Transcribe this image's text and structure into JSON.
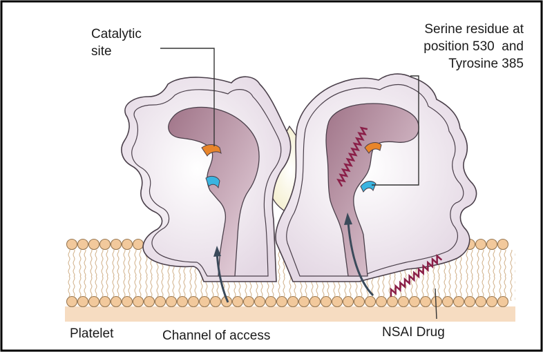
{
  "labels": {
    "catalytic_site": "Catalytic\nsite",
    "serine_residue": "Serine residue at\nposition 530  and\nTyrosine 385",
    "platelet": "Platelet",
    "channel_of_access": "Channel of access",
    "nsaid_drug": "NSAI Drug"
  },
  "colors": {
    "border": "#000000",
    "membrane_fill": "#f2c99c",
    "membrane_stroke": "#9a7a55",
    "lipid_tail": "#caa37a",
    "protein_fill": "#efe6ef",
    "protein_stroke": "#4a3f4a",
    "channel_fill": "#b0869a",
    "dimer_gap_fill": "#fbf8e4",
    "catalytic_orange": "#e8852a",
    "tyrosine_blue": "#3ab4e0",
    "drug_spring": "#8a1f48",
    "arrow": "#3a4a5a"
  }
}
